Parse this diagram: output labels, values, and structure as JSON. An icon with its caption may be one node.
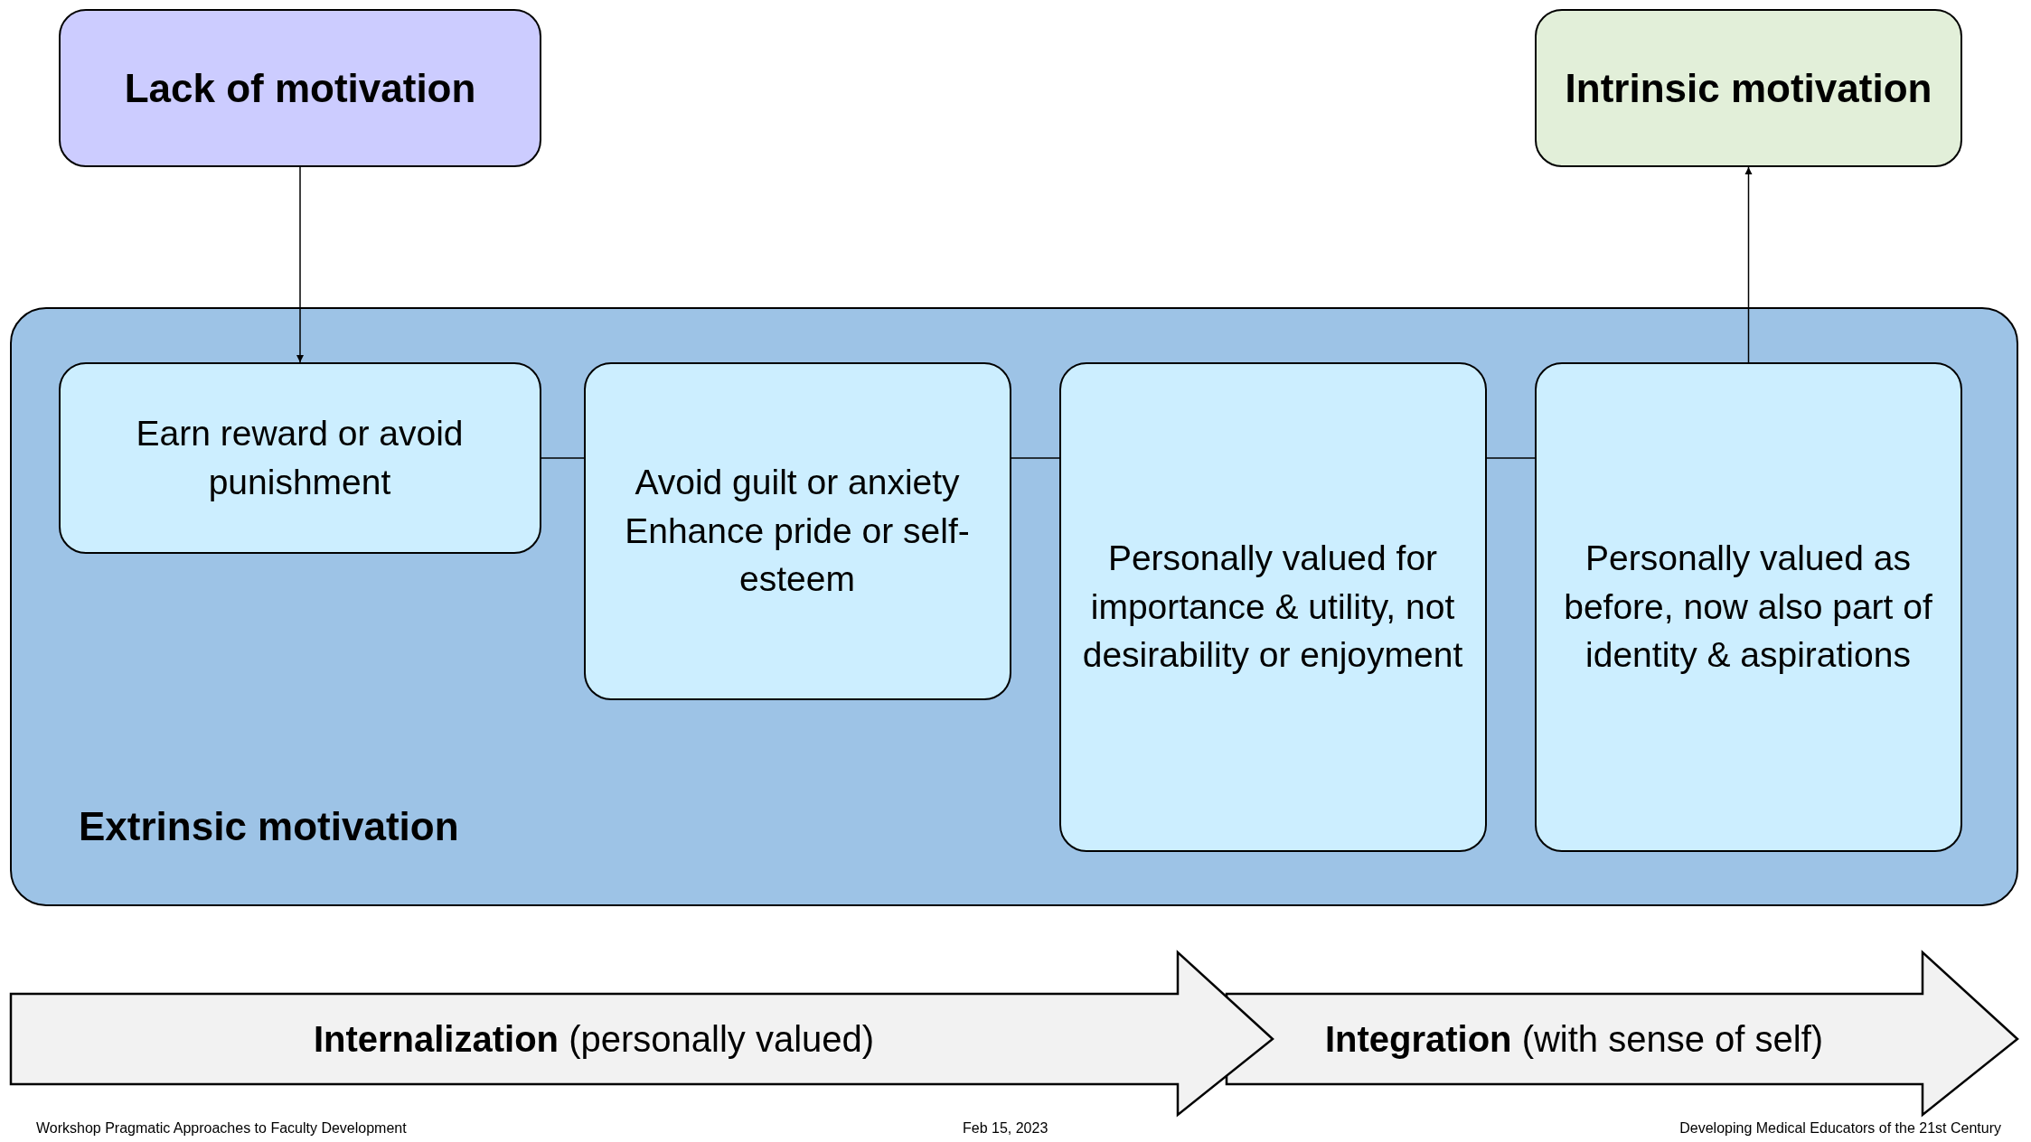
{
  "diagram": {
    "nodes": [
      {
        "text": [
          "Lack of motivation"
        ]
      },
      {
        "text": [
          "Intrinsic motivation"
        ]
      },
      {
        "text": [
          "Extrinsic motivation"
        ]
      },
      {
        "text": [
          "Earn reward or avoid punishment"
        ],
        "in": 2
      },
      {
        "text": [
          "Avoid guilt or anxiety Enhance pride or self-esteem"
        ],
        "in": 2
      },
      {
        "text": [
          "Personally valued for importance & utility, not desirability or enjoyment"
        ],
        "in": 2
      },
      {
        "text": [
          "Personally valued as before, now also part of identity & aspirations"
        ],
        "in": 2
      },
      {
        "text": [
          "**Internalization** (personally valued)"
        ]
      },
      {
        "text": [
          "**Integration** (with sense of self)"
        ]
      }
    ],
    "edges": [
      {
        "from": 0,
        "to": 3,
        "arrow": "to"
      },
      {
        "from": 3,
        "to": 4,
        "arrow": "none"
      },
      {
        "from": 4,
        "to": 5,
        "arrow": "none"
      },
      {
        "from": 5,
        "to": 6,
        "arrow": "none"
      },
      {
        "from": 6,
        "to": 1,
        "arrow": "to"
      }
    ],
    "labels": [
      "Workshop Pragmatic Approaches to Faculty Development",
      "Feb 15, 2023",
      "Developing Medical Educators of the 21st Century"
    ]
  }
}
